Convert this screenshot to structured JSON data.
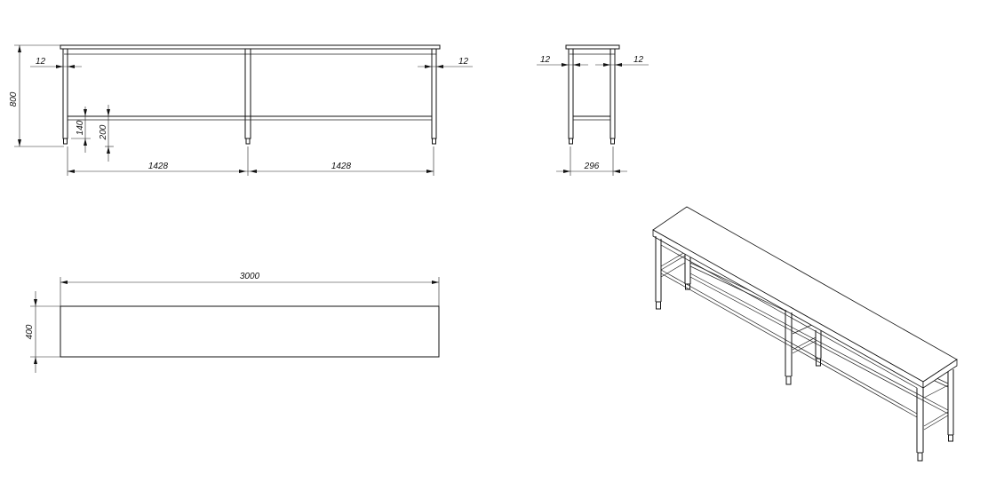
{
  "drawing": {
    "front_view": {
      "dim_top_left": "12",
      "dim_top_right": "12",
      "dim_height": "800",
      "dim_shelf_140": "140",
      "dim_shelf_200": "200",
      "dim_span_left": "1428",
      "dim_span_right": "1428"
    },
    "side_view": {
      "dim_left": "12",
      "dim_right": "12",
      "dim_depth": "296"
    },
    "top_view": {
      "dim_length": "3000",
      "dim_width": "400"
    }
  }
}
